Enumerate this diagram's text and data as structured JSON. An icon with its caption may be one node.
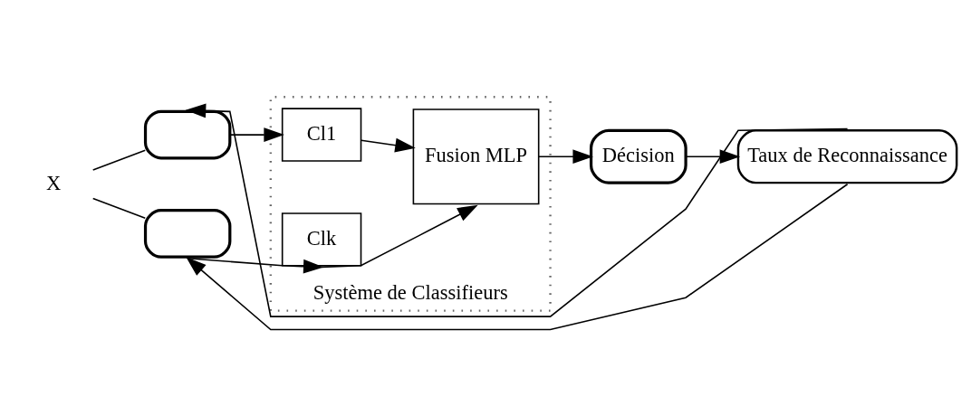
{
  "diagram": {
    "nodes": [
      {
        "text": [
          "X"
        ]
      },
      {
        "text": [],
        "shape": "box"
      },
      {
        "text": [
          "Système de Classifieurs"
        ]
      },
      {
        "text": [
          "Cl1"
        ],
        "in": 2
      },
      {
        "text": [
          "Fusion MLP"
        ],
        "in": 2
      },
      {
        "text": [
          "Clk"
        ],
        "in": 2
      },
      {
        "text": [],
        "shape": "box"
      },
      {
        "text": [
          "Décision"
        ]
      },
      {
        "text": [
          "Taux de Reconnaissance"
        ]
      }
    ],
    "edges": [
      {
        "from": 0,
        "to": 1,
        "arrow": "none"
      },
      {
        "from": 0,
        "to": 6,
        "arrow": "none"
      },
      {
        "from": 1,
        "to": 3,
        "arrow": "to"
      },
      {
        "from": 6,
        "to": 5,
        "arrow": "to"
      },
      {
        "from": 3,
        "to": 4,
        "arrow": "to"
      },
      {
        "from": 5,
        "to": 4,
        "arrow": "to"
      },
      {
        "from": 4,
        "to": 7,
        "arrow": "to"
      },
      {
        "from": 7,
        "to": 8,
        "arrow": "to"
      },
      {
        "from": 8,
        "to": 1,
        "arrow": "to"
      },
      {
        "from": 8,
        "to": 6,
        "arrow": "to"
      }
    ]
  }
}
